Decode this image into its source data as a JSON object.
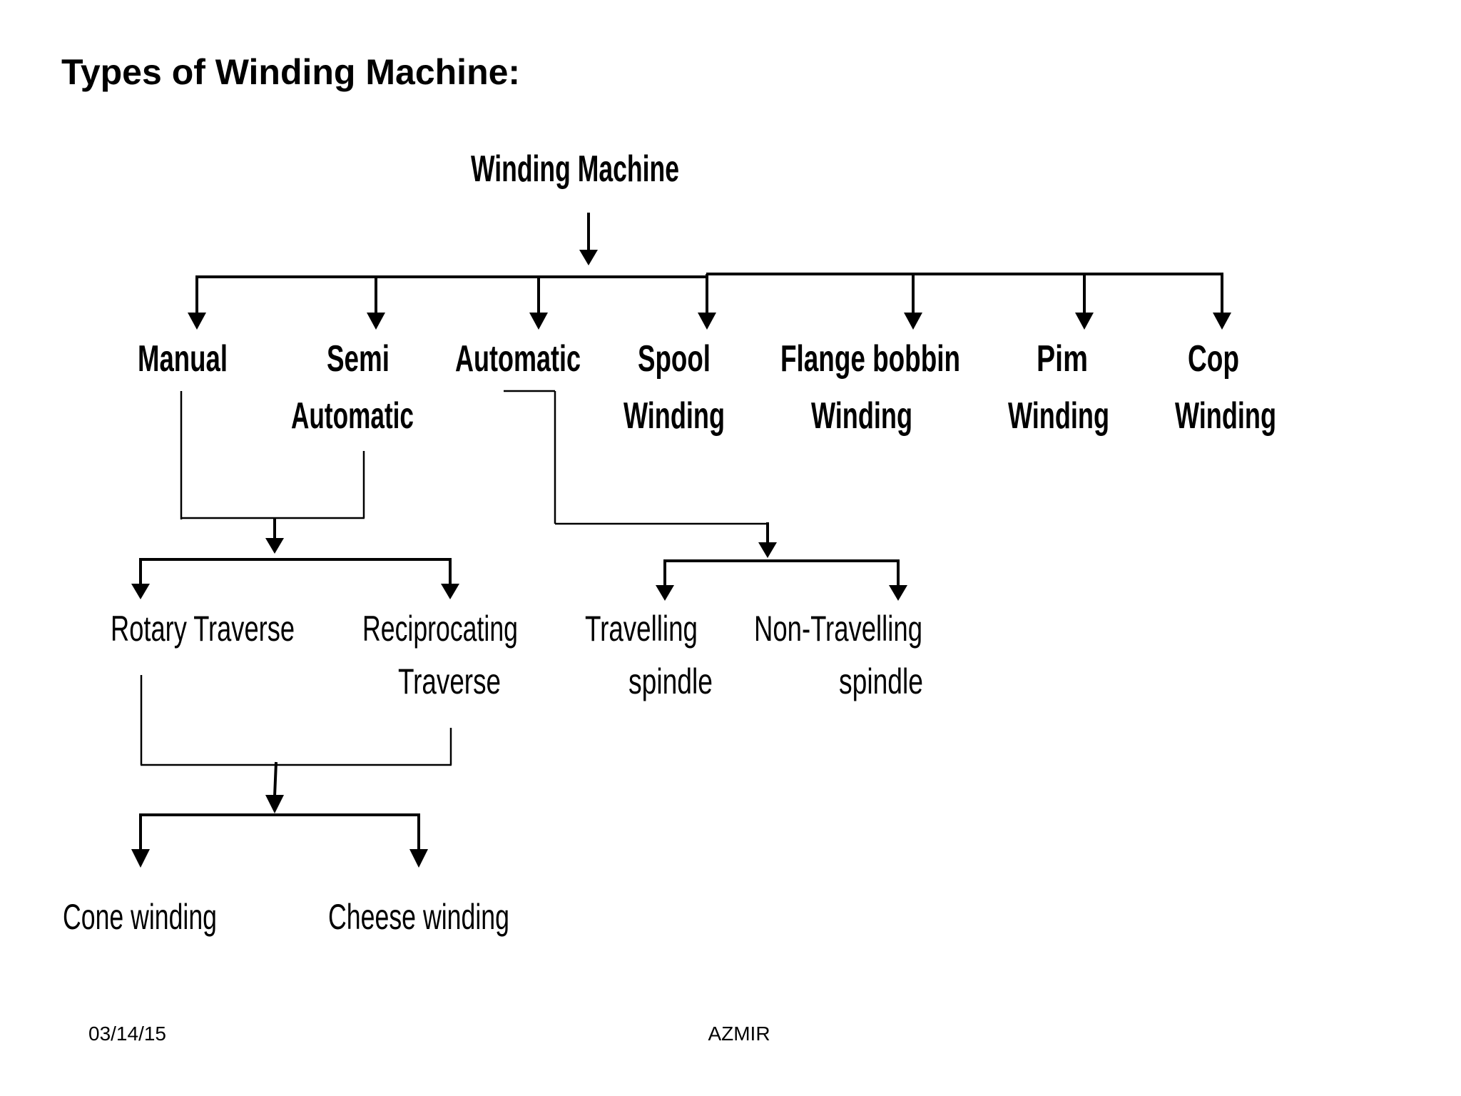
{
  "slide": {
    "title": "Types of Winding Machine:",
    "footer_date": "03/14/15",
    "footer_center": "AZMIR"
  },
  "nodes": {
    "root": "Winding Machine",
    "manual": "Manual",
    "semi_auto_1": "Semi",
    "semi_auto_2": "Automatic",
    "automatic": "Automatic",
    "spool_1": "Spool",
    "spool_2": "Winding",
    "flange_1": "Flange bobbin",
    "flange_2": "Winding",
    "pim_1": "Pim",
    "pim_2": "Winding",
    "cop_1": "Cop",
    "cop_2": "Winding",
    "rotary": "Rotary Traverse",
    "recip_1": "Reciprocating",
    "recip_2": "Traverse",
    "travel_1": "Travelling",
    "travel_2": "spindle",
    "nontravel_1": "Non-Travelling",
    "nontravel_2": "spindle",
    "cone": "Cone winding",
    "cheese": "Cheese winding"
  }
}
